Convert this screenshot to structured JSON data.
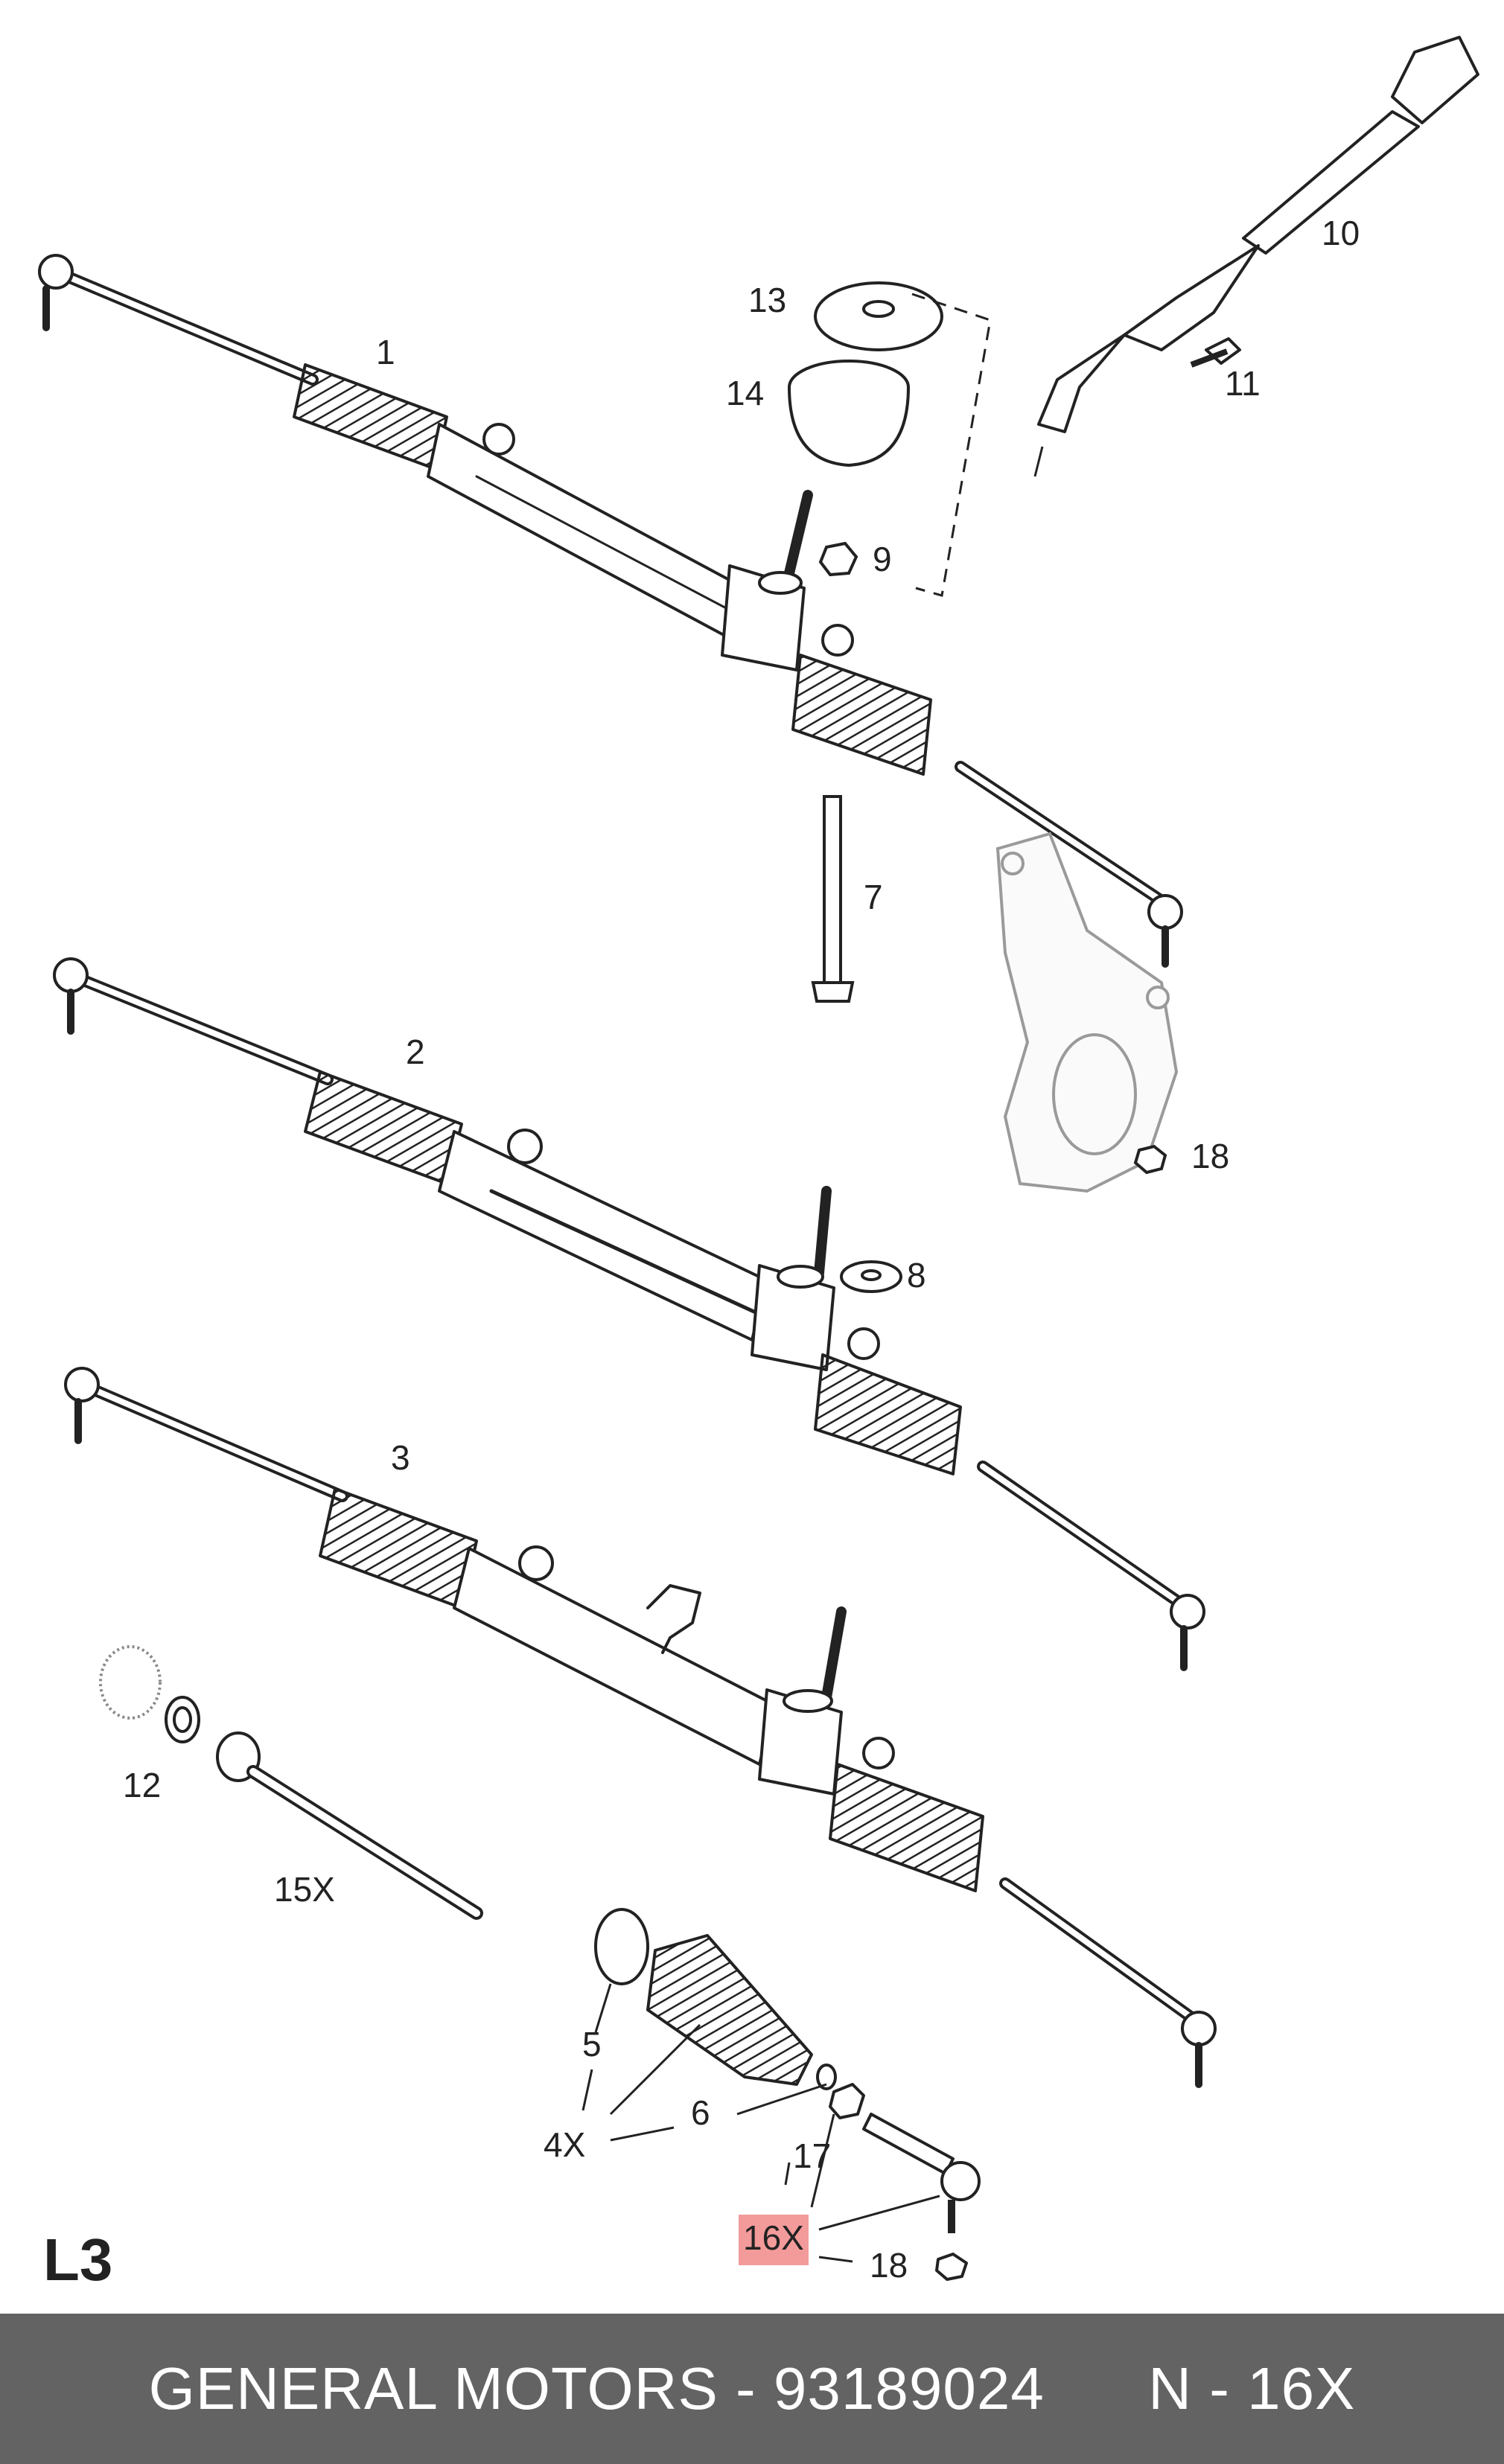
{
  "callouts": {
    "c1": "1",
    "c2": "2",
    "c3": "3",
    "c4x": "4X",
    "c5": "5",
    "c6": "6",
    "c7": "7",
    "c8": "8",
    "c9": "9",
    "c10": "10",
    "c11": "11",
    "c12": "12",
    "c13": "13",
    "c14": "14",
    "c15x": "15X",
    "c16x": "16X",
    "c17": "17",
    "c18a": "18",
    "c18b": "18"
  },
  "highlighted_part": "16X",
  "highlight_color": "#f39a9a",
  "sheet_label": "L3",
  "footer": {
    "manufacturer": "GENERAL MOTORS",
    "separator": " - ",
    "part_number": "93189024",
    "position_text": "N - 16X",
    "background": "#636363"
  }
}
